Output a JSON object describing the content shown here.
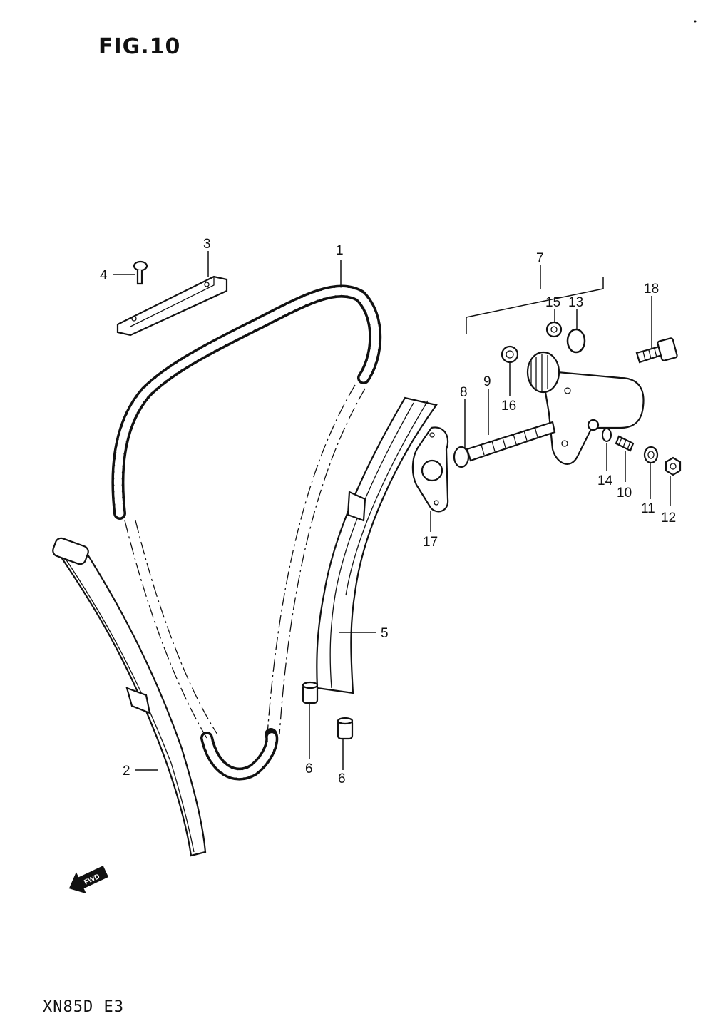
{
  "header": {
    "figure_title": "FIG.10"
  },
  "footer": {
    "model_code": "XN85D E3"
  },
  "arrow": {
    "label": "FWD"
  },
  "callouts": {
    "c1": "1",
    "c2": "2",
    "c3": "3",
    "c4": "4",
    "c5": "5",
    "c6a": "6",
    "c6b": "6",
    "c7": "7",
    "c8": "8",
    "c9": "9",
    "c10": "10",
    "c11": "11",
    "c12": "12",
    "c13": "13",
    "c14": "14",
    "c15": "15",
    "c16": "16",
    "c17": "17",
    "c18": "18"
  }
}
